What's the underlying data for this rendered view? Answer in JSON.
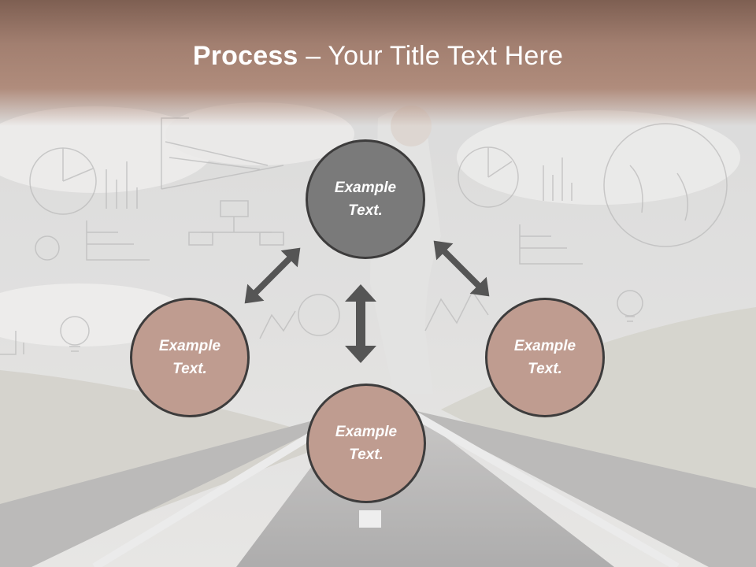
{
  "slide": {
    "title_bold": "Process",
    "title_rest": " – Your Title Text Here"
  },
  "nodes": {
    "top": "Example Text.",
    "left": "Example Text.",
    "right": "Example Text.",
    "bottom": "Example Text."
  },
  "colors": {
    "title_band": "#a27f70",
    "center_node": "#7a7a7a",
    "side_node": "#bf9c90",
    "node_border": "#3d3c3c",
    "arrow": "#555555"
  }
}
